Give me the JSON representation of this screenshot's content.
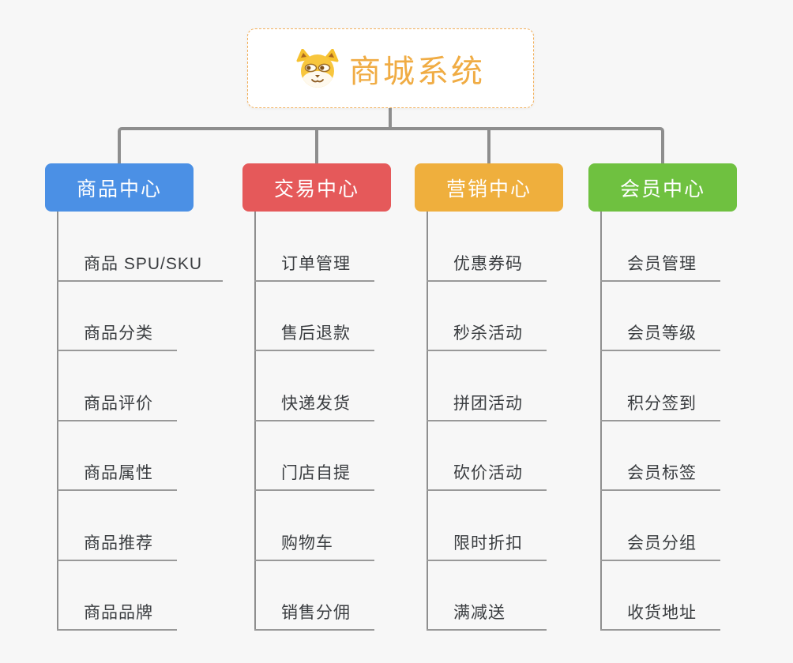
{
  "root": {
    "title": "商城系统",
    "icon": "shiba-dog-icon",
    "accent_color": "#F0AC44",
    "border_color": "#F2B05C"
  },
  "connector_color": "#8E8E8E",
  "branches": [
    {
      "label": "商品中心",
      "color": "#4B90E5",
      "items": [
        "商品 SPU/SKU",
        "商品分类",
        "商品评价",
        "商品属性",
        "商品推荐",
        "商品品牌"
      ]
    },
    {
      "label": "交易中心",
      "color": "#E5595A",
      "items": [
        "订单管理",
        "售后退款",
        "快递发货",
        "门店自提",
        "购物车",
        "销售分佣"
      ]
    },
    {
      "label": "营销中心",
      "color": "#EFAF3D",
      "items": [
        "优惠券码",
        "秒杀活动",
        "拼团活动",
        "砍价活动",
        "限时折扣",
        "满减送"
      ]
    },
    {
      "label": "会员中心",
      "color": "#6FC140",
      "items": [
        "会员管理",
        "会员等级",
        "积分签到",
        "会员标签",
        "会员分组",
        "收货地址"
      ]
    }
  ]
}
